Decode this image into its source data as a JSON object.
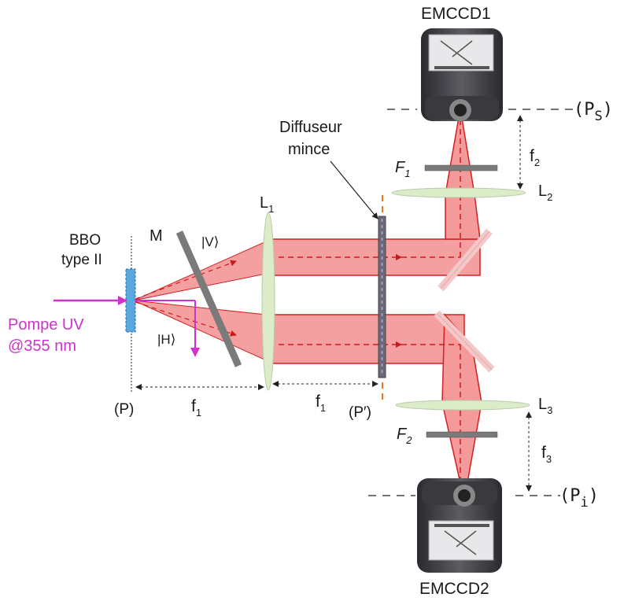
{
  "labels": {
    "camera_top": "EMCCD1",
    "camera_bottom": "EMCCD2",
    "plane_s_open": "(P",
    "plane_s_sub": "S",
    "plane_s_close": ")",
    "plane_i_open": "(P",
    "plane_i_sub": "i",
    "plane_i_close": ")",
    "diffuser_line1": "Diffuseur",
    "diffuser_line2": "mince",
    "bbo_line1": "BBO",
    "bbo_line2": "type II",
    "pump_line1": "Pompe UV",
    "pump_line2": "@355 nm",
    "mirror": "M",
    "ket_v": "|V⟩",
    "ket_h": "|H⟩",
    "lens1": "L",
    "lens1_sub": "1",
    "lens2": "L",
    "lens2_sub": "2",
    "lens3": "L",
    "lens3_sub": "3",
    "filter1": "F",
    "filter1_sub": "1",
    "filter2": "F",
    "filter2_sub": "2",
    "plane_p": "(P)",
    "plane_pprime": "(P′)",
    "dist_f1_a": "f",
    "dist_f1_a_sub": "1",
    "dist_f1_b": "f",
    "dist_f1_b_sub": "1",
    "dist_f2": "f",
    "dist_f2_sub": "2",
    "dist_f3": "f",
    "dist_f3_sub": "3"
  },
  "colors": {
    "beam_fill": "#f4a0a0",
    "beam_edge": "#d42020",
    "pump": "#cc33cc",
    "lens": "#dcebc8",
    "crystal": "#5aa8e0",
    "diffuser": "#6a6a7a",
    "diffuser_plane": "#ee7722",
    "mirror_gray": "#7a7a7a",
    "mirror_pink": "#f4c8c8"
  }
}
